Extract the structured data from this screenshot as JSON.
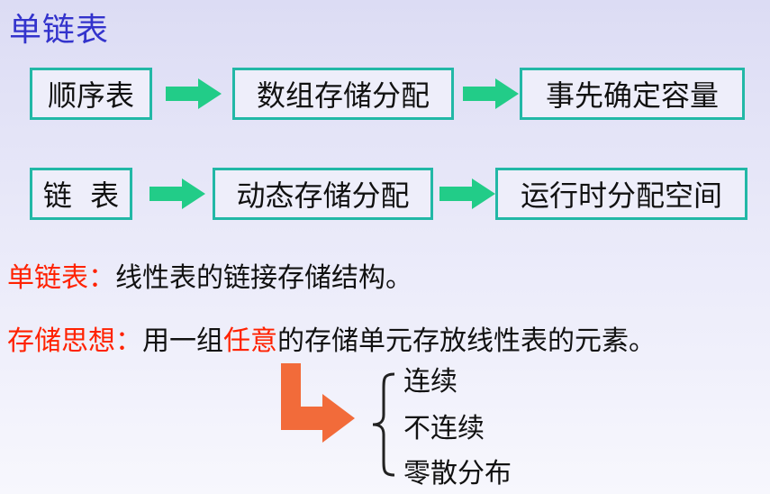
{
  "title": "单链表",
  "row1": {
    "box1": "顺序表",
    "box2": "数组存储分配",
    "box3": "事先确定容量"
  },
  "row2": {
    "box1": "链  表",
    "box2": "动态存储分配",
    "box3": "运行时分配空间"
  },
  "definition": {
    "label": "单链表：",
    "text": "线性表的链接存储结构。"
  },
  "idea": {
    "label": "存储思想：",
    "text_before": "用一组",
    "highlight": "任意",
    "text_after": "的存储单元存放线性表的元素。"
  },
  "options": [
    "连续",
    "不连续",
    "零散分布"
  ],
  "colors": {
    "title": "#3333cc",
    "box_border": "#22b8a6",
    "arrow": "#22cc88",
    "emphasis": "#ff2200",
    "bend_arrow": "#f26b3a"
  }
}
